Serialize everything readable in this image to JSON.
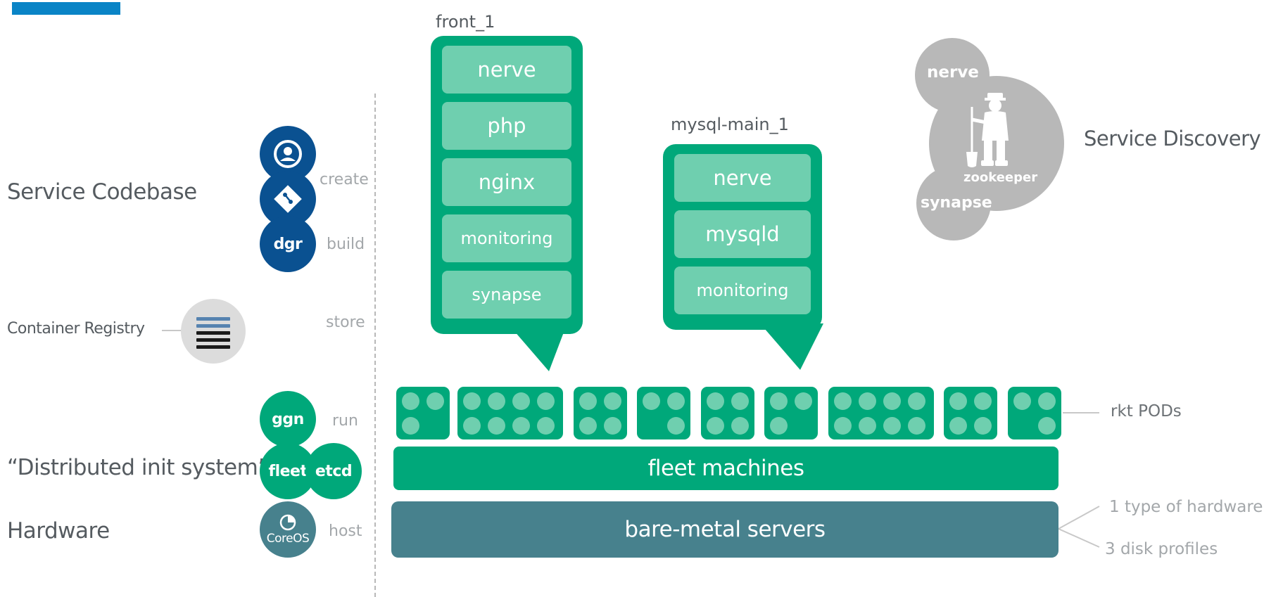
{
  "left_labels": {
    "service_codebase": "Service Codebase",
    "container_registry": "Container Registry",
    "distributed_init": "“Distributed init system”",
    "hardware": "Hardware"
  },
  "tools": {
    "dgr": "dgr",
    "ggn": "ggn",
    "fleet": "fleet",
    "etcd": "etcd",
    "coreos": "CoreOS"
  },
  "steps": {
    "create": "create",
    "build": "build",
    "store": "store",
    "run": "run",
    "host": "host"
  },
  "pods": {
    "front": {
      "title": "front_1",
      "services": [
        "nerve",
        "php",
        "nginx",
        "monitoring",
        "synapse"
      ]
    },
    "mysql": {
      "title": "mysql-main_1",
      "services": [
        "nerve",
        "mysqld",
        "monitoring"
      ]
    }
  },
  "discovery": {
    "nerve": "nerve",
    "zookeeper": "zookeeper",
    "synapse": "synapse",
    "title": "Service Discovery"
  },
  "bands": {
    "fleet_machines": "fleet machines",
    "bare_metal": "bare-metal servers"
  },
  "notes": {
    "rkt_pods": "rkt PODs",
    "hardware_type": "1 type of hardware",
    "disk_profiles": "3 disk profiles"
  },
  "icons": {
    "user": "user-icon",
    "git": "git-icon",
    "registry": "registry-stack-icon",
    "coreos": "coreos-logo-icon",
    "zookeeper": "zookeeper-figure-icon"
  },
  "colors": {
    "brand_blue": "#0a5191",
    "accent_top_bar": "#0a84c6",
    "green": "#00a87a",
    "light_green": "#6fcfaf",
    "teal": "#47818d",
    "gray": "#b8b8b8"
  }
}
